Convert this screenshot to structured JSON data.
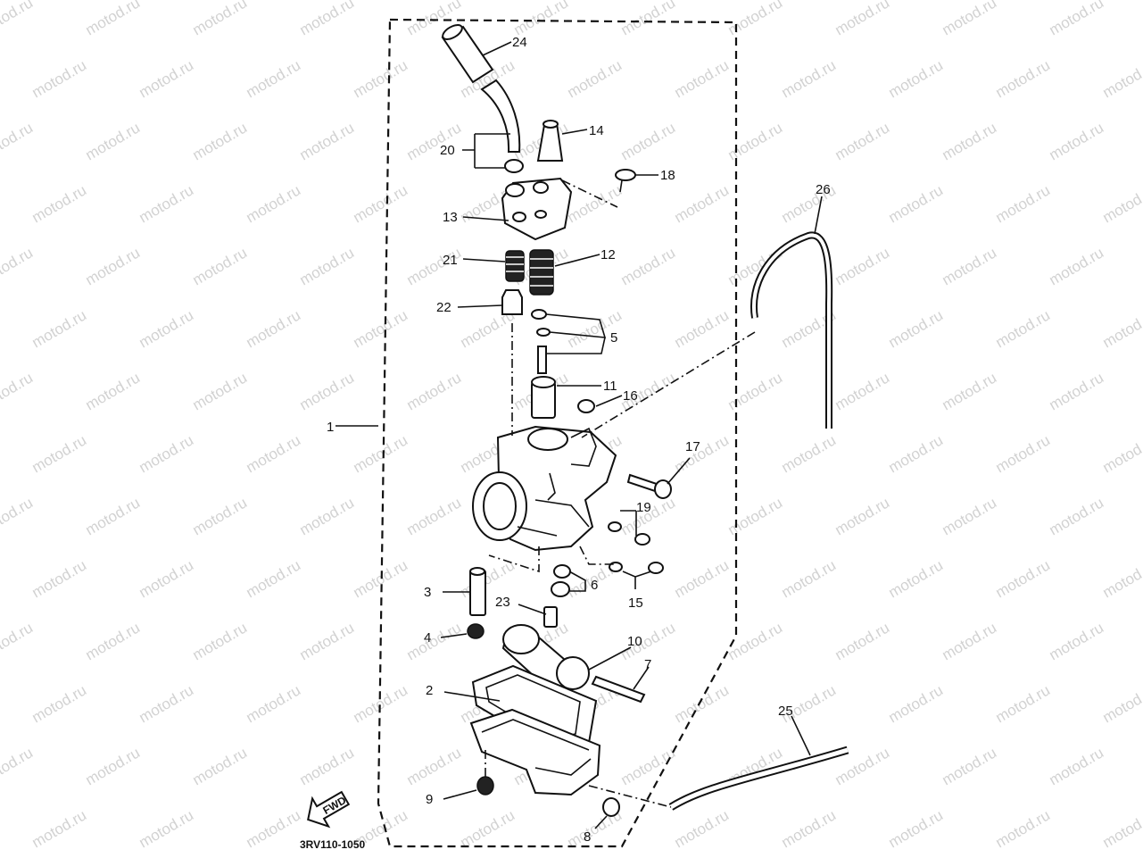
{
  "watermark": "motod.ru",
  "diagram_code": "3RV110-1050",
  "front_arrow_text": "FWD",
  "callouts": {
    "c1": "1",
    "c2": "2",
    "c3": "3",
    "c4": "4",
    "c5": "5",
    "c6": "6",
    "c7": "7",
    "c8": "8",
    "c9": "9",
    "c10": "10",
    "c11": "11",
    "c12": "12",
    "c13": "13",
    "c14": "14",
    "c15": "15",
    "c16": "16",
    "c17": "17",
    "c18": "18",
    "c19": "19",
    "c20": "20",
    "c21": "21",
    "c22": "22",
    "c23": "23",
    "c24": "24",
    "c25": "25",
    "c26": "26"
  }
}
